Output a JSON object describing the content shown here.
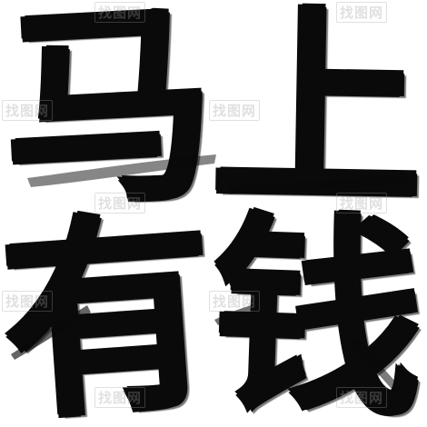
{
  "calligraphy": {
    "characters": [
      "马",
      "上",
      "有",
      "钱"
    ],
    "ink_color": "#0a0a0a",
    "background_color": "#ffffff"
  },
  "watermark": {
    "text": "找图网"
  }
}
